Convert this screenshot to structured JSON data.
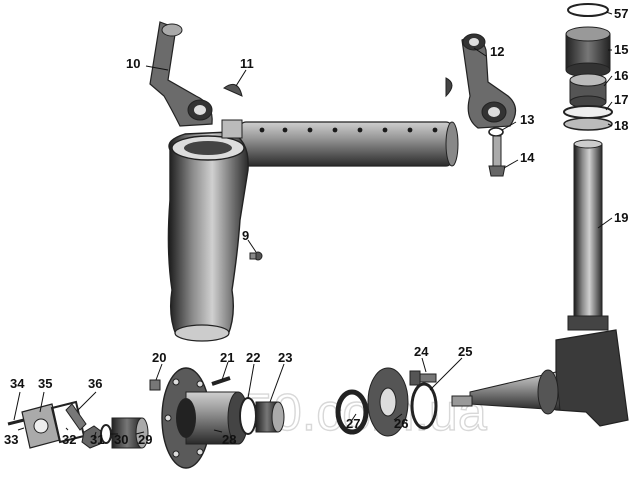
{
  "diagram": {
    "watermark": "t-150.com.ua",
    "parts": [
      {
        "id": "p10",
        "number": "10"
      },
      {
        "id": "p11",
        "number": "11"
      },
      {
        "id": "p12",
        "number": "12"
      },
      {
        "id": "p13",
        "number": "13"
      },
      {
        "id": "p14",
        "number": "14"
      },
      {
        "id": "p57",
        "number": "57"
      },
      {
        "id": "p15",
        "number": "15"
      },
      {
        "id": "p16",
        "number": "16"
      },
      {
        "id": "p17",
        "number": "17"
      },
      {
        "id": "p18",
        "number": "18"
      },
      {
        "id": "p19",
        "number": "19"
      },
      {
        "id": "p9",
        "number": "9"
      },
      {
        "id": "p20",
        "number": "20"
      },
      {
        "id": "p21",
        "number": "21"
      },
      {
        "id": "p22",
        "number": "22"
      },
      {
        "id": "p23",
        "number": "23"
      },
      {
        "id": "p24",
        "number": "24"
      },
      {
        "id": "p25",
        "number": "25"
      },
      {
        "id": "p34",
        "number": "34"
      },
      {
        "id": "p35",
        "number": "35"
      },
      {
        "id": "p36",
        "number": "36"
      },
      {
        "id": "p33",
        "number": "33"
      },
      {
        "id": "p32",
        "number": "32"
      },
      {
        "id": "p31",
        "number": "31"
      },
      {
        "id": "p30",
        "number": "30"
      },
      {
        "id": "p29",
        "number": "29"
      },
      {
        "id": "p28",
        "number": "28"
      },
      {
        "id": "p27",
        "number": "27"
      },
      {
        "id": "p26",
        "number": "26"
      }
    ]
  }
}
